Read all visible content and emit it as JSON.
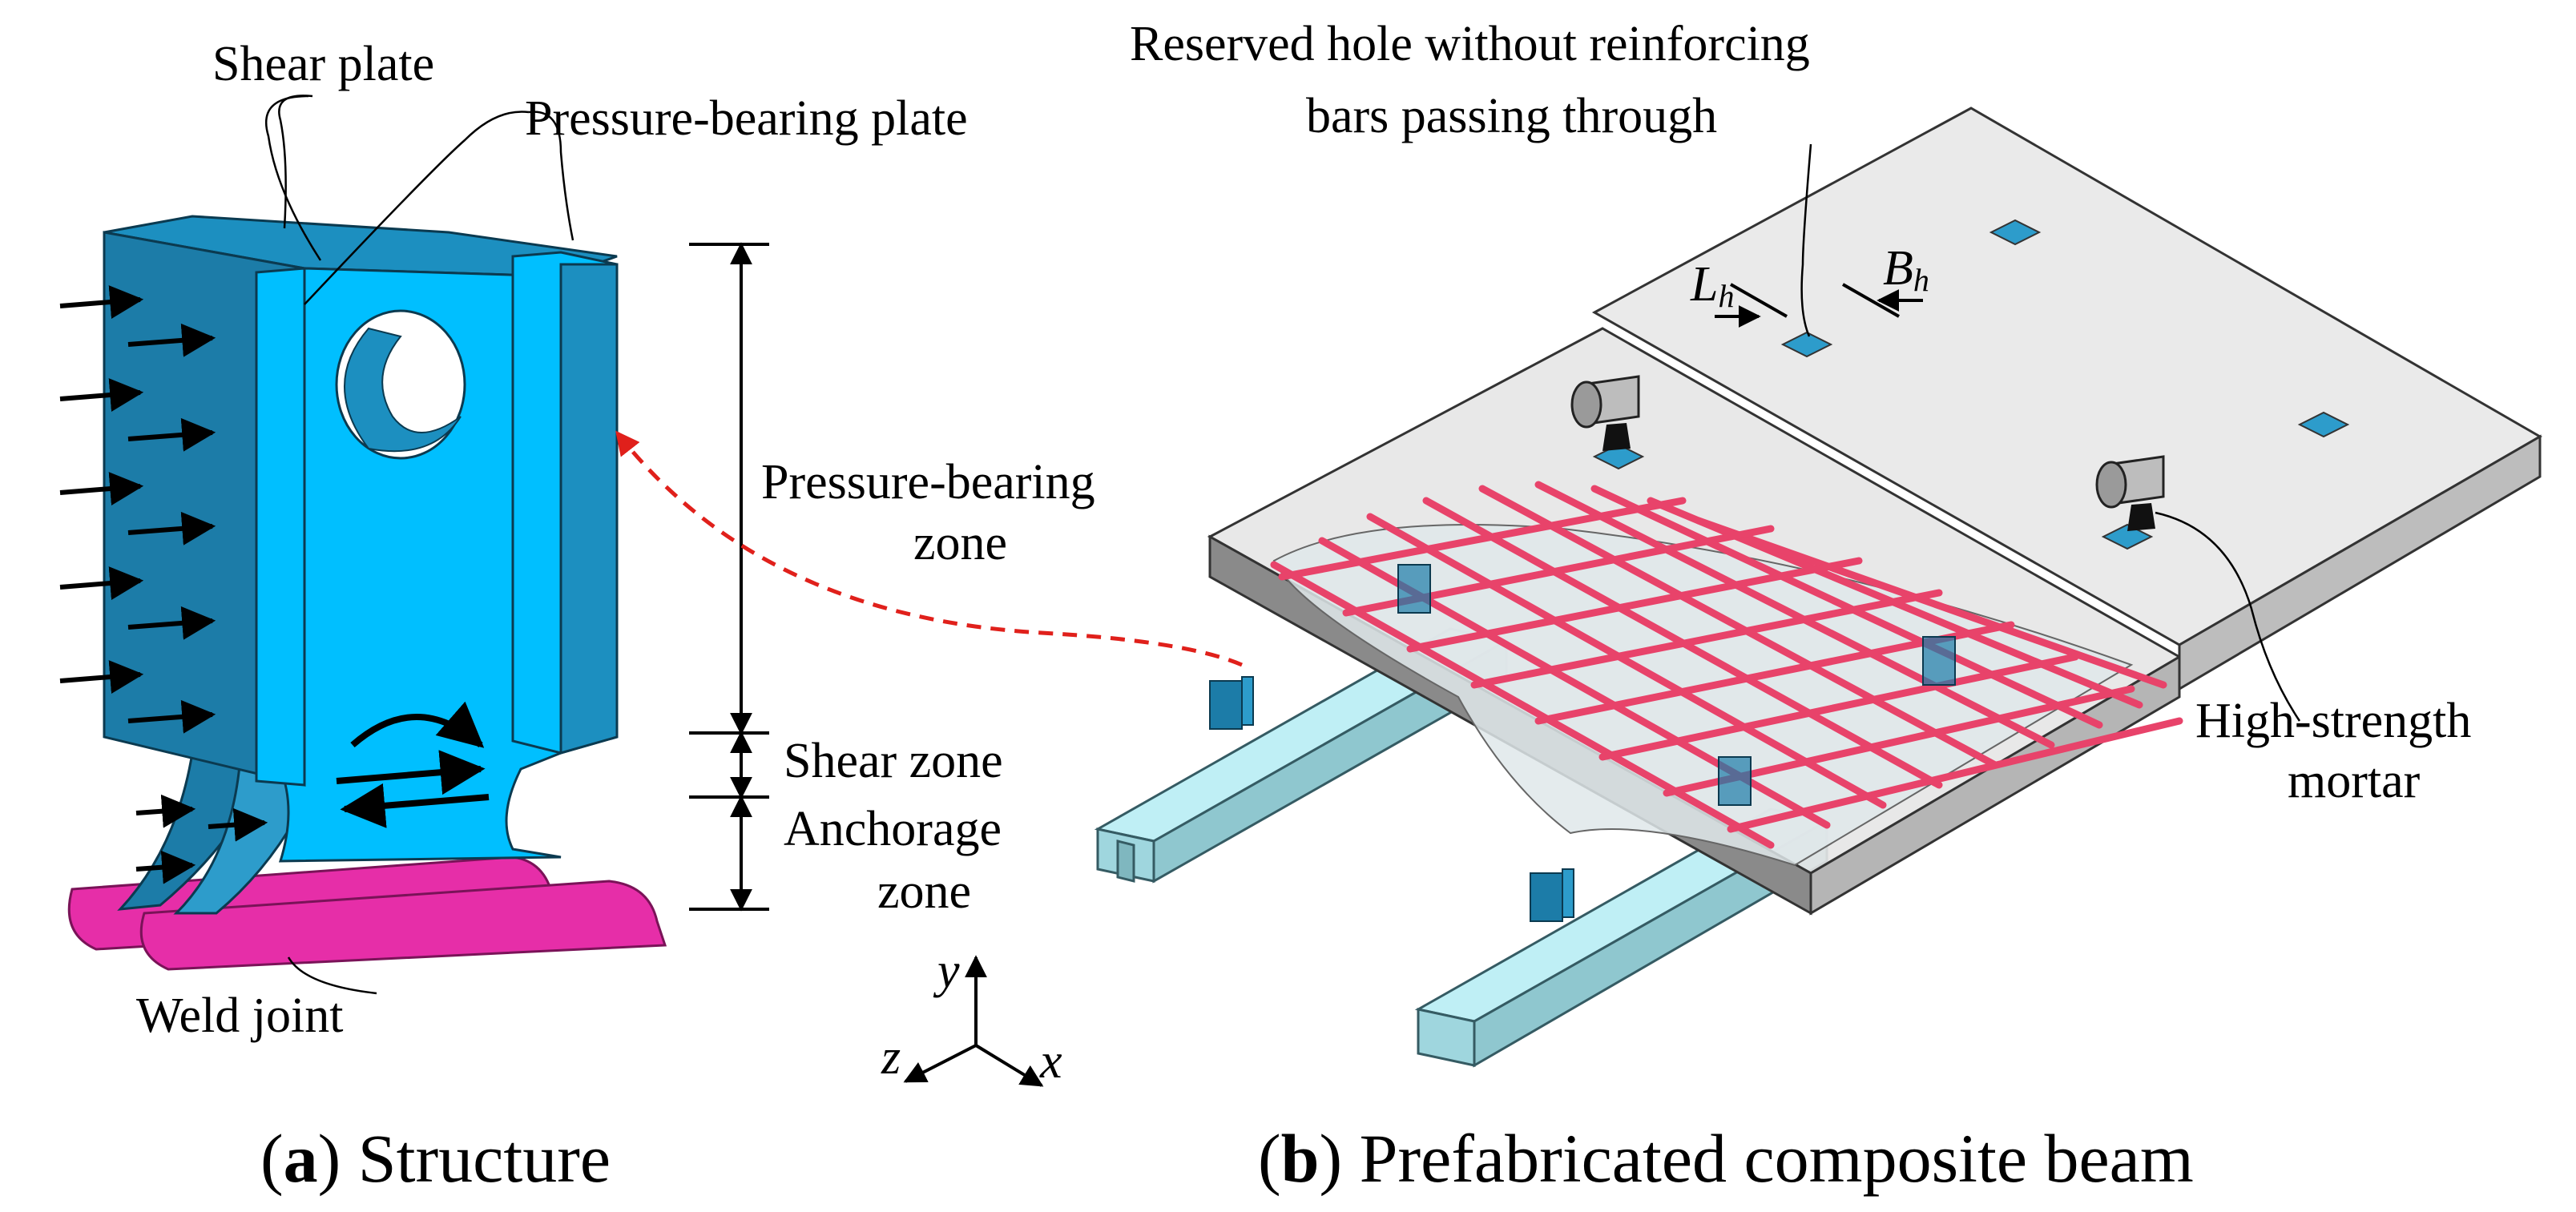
{
  "labels": {
    "shear_plate": "Shear plate",
    "pressure_bearing_plate": "Pressure-bearing plate",
    "pressure_bearing_zone_1": "Pressure-bearing",
    "pressure_bearing_zone_2": "zone",
    "shear_zone": "Shear zone",
    "anchorage_zone_1": "Anchorage",
    "anchorage_zone_2": "zone",
    "weld_joint": "Weld joint",
    "reserved_hole_1": "Reserved hole without reinforcing",
    "reserved_hole_2": "bars passing through",
    "hole_length": "L",
    "hole_length_sub": "h",
    "hole_width": "B",
    "hole_width_sub": "h",
    "high_strength_1": "High-strength",
    "high_strength_2": "mortar"
  },
  "axes": {
    "y": "y",
    "z": "z",
    "x": "x"
  },
  "captions": {
    "a_letter": "a",
    "a_text": "Structure",
    "b_letter": "b",
    "b_text": "Prefabricated composite beam"
  },
  "colors": {
    "connector": "#00BFFF",
    "connector_dark": "#1C7CA8",
    "weld": "#E62EA8",
    "rebar": "#E8436A",
    "slab": "#E6E6E6",
    "beam": "#BFEFF5",
    "dashed_arrow": "#E0201B"
  }
}
